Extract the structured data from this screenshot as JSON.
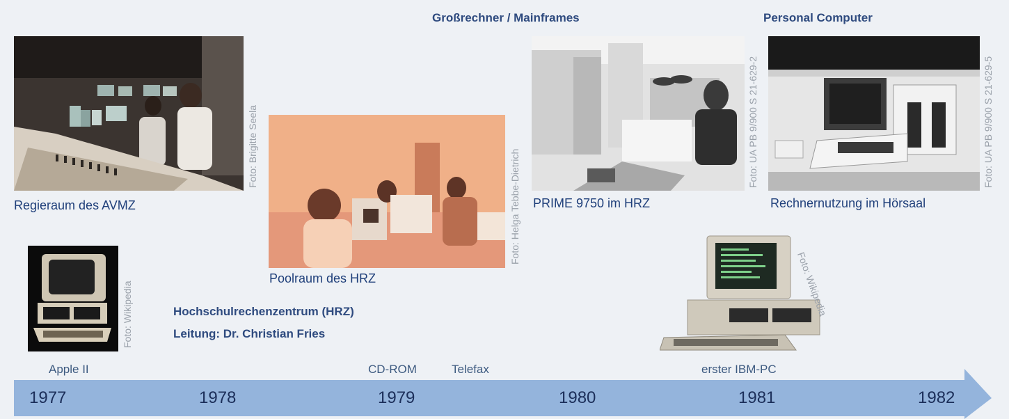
{
  "headings": {
    "mainframes": "Großrechner / Mainframes",
    "pc": "Personal Computer"
  },
  "colors": {
    "mainframes_heading": "#2f4b7f",
    "pc_heading": "#2f4b7f",
    "timeline_arrow": "#94b4dc",
    "background": "#eef1f5"
  },
  "photos": {
    "avmz": {
      "caption": "Regieraum des AVMZ",
      "credit": "Foto: Brigitte Seela"
    },
    "pool": {
      "caption": "Poolraum des HRZ",
      "credit": "Foto: Helga Tebbe-Dietrich"
    },
    "prime": {
      "caption": "PRIME 9750 im HRZ",
      "credit": "Foto: UA PB 9/900 S 21-629-2"
    },
    "hoersaal": {
      "caption": "Rechnernutzung im Hörsaal",
      "credit": "Foto: UA PB 9/900 S 21-629-5"
    },
    "apple": {
      "credit": "Foto: Wikipedia"
    },
    "ibm": {
      "credit": "Foto: Wikipedia"
    }
  },
  "hrz": {
    "line1": "Hochschulrechenzentrum (HRZ)",
    "line2": "Leitung: Dr. Christian Fries"
  },
  "events": {
    "apple": "Apple II",
    "cdrom": "CD-ROM",
    "telefax": "Telefax",
    "ibm": "erster IBM-PC"
  },
  "timeline": {
    "years": [
      "1977",
      "1978",
      "1979",
      "1980",
      "1981",
      "1982"
    ]
  }
}
